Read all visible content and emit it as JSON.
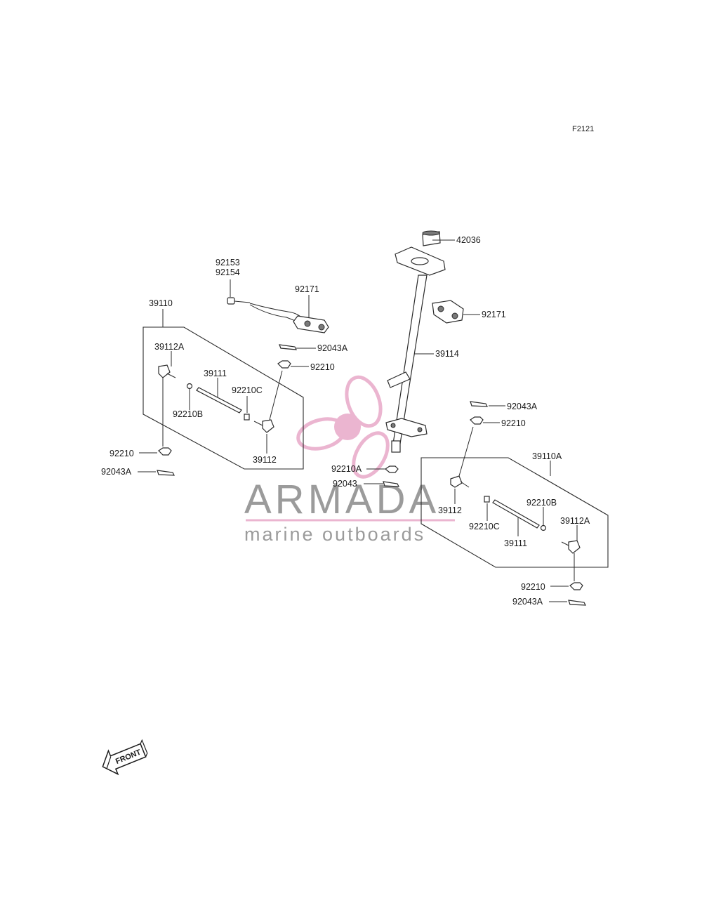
{
  "figure_code": "F2121",
  "watermark": {
    "brand": "ARMADA",
    "tagline": "marine outboards",
    "logo_color": "#e8a9c8"
  },
  "front_arrow": {
    "label": "FRONT"
  },
  "labels": {
    "l_92153": "92153",
    "l_92154": "92154",
    "l_92171_top": "92171",
    "l_42036": "42036",
    "l_92171_right": "92171",
    "l_39114": "39114",
    "l_39110": "39110",
    "l_39112A_left": "39112A",
    "l_92043A_upper": "92043A",
    "l_92210_upper": "92210",
    "l_39111_left": "39111",
    "l_92210C_left": "92210C",
    "l_92210B_left": "92210B",
    "l_39112_left": "39112",
    "l_92210_left": "92210",
    "l_92043A_left": "92043A",
    "l_92210A": "92210A",
    "l_92043": "92043",
    "l_92043A_right": "92043A",
    "l_92210_right": "92210",
    "l_39110A": "39110A",
    "l_39112_right": "39112",
    "l_92210B_right": "92210B",
    "l_39112A_right": "39112A",
    "l_92210C_right": "92210C",
    "l_39111_right": "39111",
    "l_92210_bottom": "92210",
    "l_92043A_bottom": "92043A"
  }
}
